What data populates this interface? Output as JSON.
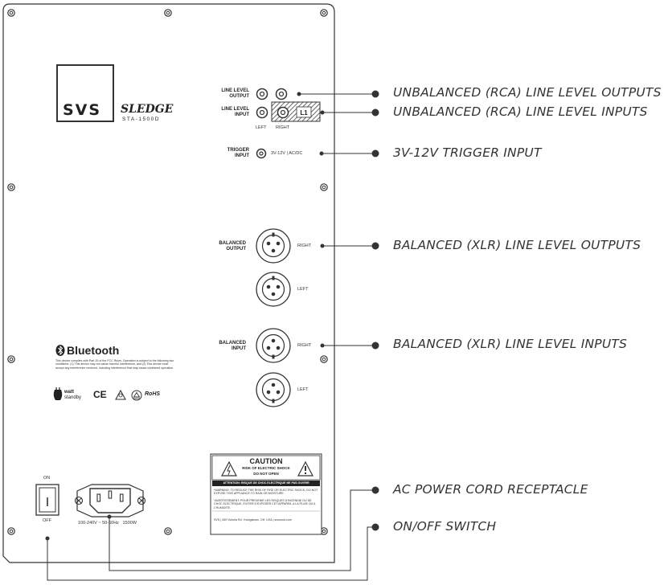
{
  "callouts": {
    "line_outputs": "UNBALANCED (RCA) LINE LEVEL OUTPUTS",
    "line_inputs": "UNBALANCED (RCA) LINE LEVEL INPUTS",
    "trigger": "3V-12V TRIGGER INPUT",
    "xlr_outputs": "BALANCED (XLR) LINE LEVEL OUTPUTS",
    "xlr_inputs": "BALANCED (XLR) LINE LEVEL INPUTS",
    "ac_power": "AC POWER CORD RECEPTACLE",
    "switch": "ON/OFF SWITCH"
  },
  "panel": {
    "brand": "SVS",
    "sledge_logo": "SLEDGE",
    "model": "STA-1500D",
    "line_level_output": "LINE LEVEL OUTPUT",
    "line_level_input": "LINE LEVEL INPUT",
    "left": "LEFT",
    "right": "RIGHT",
    "trigger_input": "TRIGGER INPUT",
    "trigger_spec": "3V-12V | AC/DC",
    "balanced_output": "BALANCED OUTPUT",
    "balanced_input": "BALANCED INPUT",
    "bluetooth": "Bluetooth",
    "fcc_text": "This device complies with Part 15 of the FCC Rules. Operation is subject to the following two conditions: (1) This device may not cause harmful interference, and (2) This device must accept any interference received, including interference that may cause undesired operation.",
    "watt": "watt",
    "standby": "standby",
    "ce": "CE",
    "rohs": "RoHS",
    "caution_title": "CAUTION",
    "caution_sub1": "RISK OF ELECTRIC SHOCK",
    "caution_sub2": "DO NOT OPEN",
    "attention": "ATTENTION: RISQUE DE CHOC ELECTRIQUE NE PAS OUVRIR",
    "warning_text": "*WARNING: TO REDUCE THE RISK OF FIRE OR ELECTRIC SHOCK, DO NOT EXPOSE THIS APPLIANCE TO RAIN OR MOISTURE.",
    "avertissement_text": "*AVERTISSEMENT: POUR PREVENIR LES RISQUES D'INCENDIE OU DE CHOC ELECTRIQUE, EVITER D'EXPOSER CET APPAREIL A LA PLUIE OU A L'HUMIDITE.",
    "address": "SVS | 260 Victoria Rd. Youngstown, OH, USA | svsound.com",
    "switch_on": "ON",
    "switch_off": "OFF",
    "power_spec": "100-240V ~ 50-60Hz   1500W"
  }
}
